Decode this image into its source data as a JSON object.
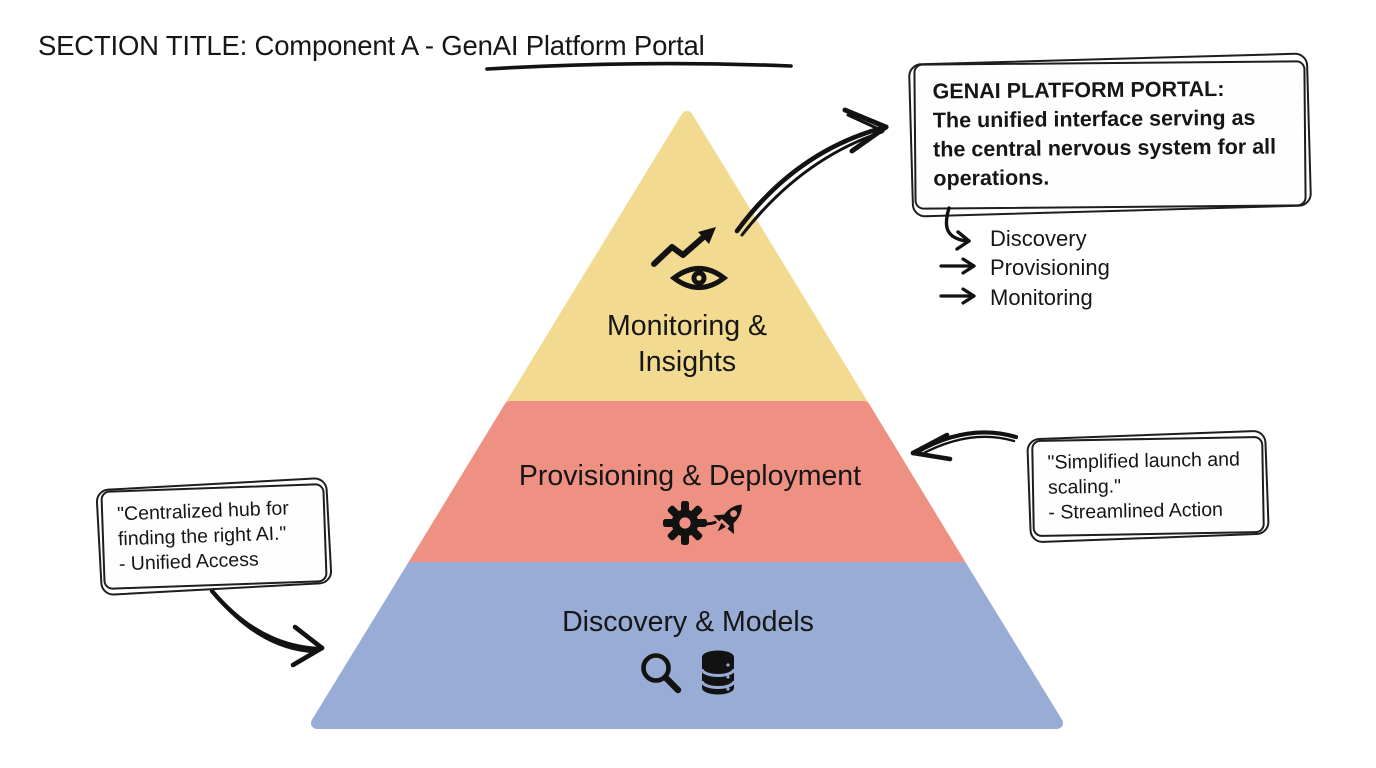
{
  "title": {
    "prefix": "SECTION TITLE: Component A - ",
    "highlight": "GenAI Platform Portal"
  },
  "portal_note": {
    "heading": "GENAI PLATFORM PORTAL:",
    "body": "The unified interface serving as the central nervous system for all operations."
  },
  "flow_list": {
    "items": [
      {
        "label": "Discovery",
        "arrow_icon": "hook-arrow-icon"
      },
      {
        "label": "Provisioning",
        "arrow_icon": "right-arrow-icon"
      },
      {
        "label": "Monitoring",
        "arrow_icon": "right-arrow-icon"
      }
    ]
  },
  "pyramid": {
    "layers": [
      {
        "name": "monitoring-insights",
        "line1": "Monitoring &",
        "line2": "Insights",
        "color": "#F2DB90",
        "icons": [
          "trend-up-icon",
          "eye-icon"
        ]
      },
      {
        "name": "provisioning-deployment",
        "line1": "Provisioning & Deployment",
        "color": "#EE9183",
        "icons": [
          "gear-icon",
          "rocket-icon"
        ]
      },
      {
        "name": "discovery-models",
        "line1": "Discovery & Models",
        "color": "#98ACD6",
        "icons": [
          "search-icon",
          "database-icon"
        ]
      }
    ]
  },
  "callouts": {
    "left": {
      "quote": "\"Centralized hub for finding the right AI.\"",
      "attribution": "- Unified Access"
    },
    "right": {
      "quote": "\"Simplified launch and scaling.\"",
      "attribution": "- Streamlined Action"
    }
  },
  "colors": {
    "ink": "#161616",
    "monitoring": "#F2DB90",
    "provisioning": "#EE9183",
    "discovery": "#98ACD6"
  }
}
